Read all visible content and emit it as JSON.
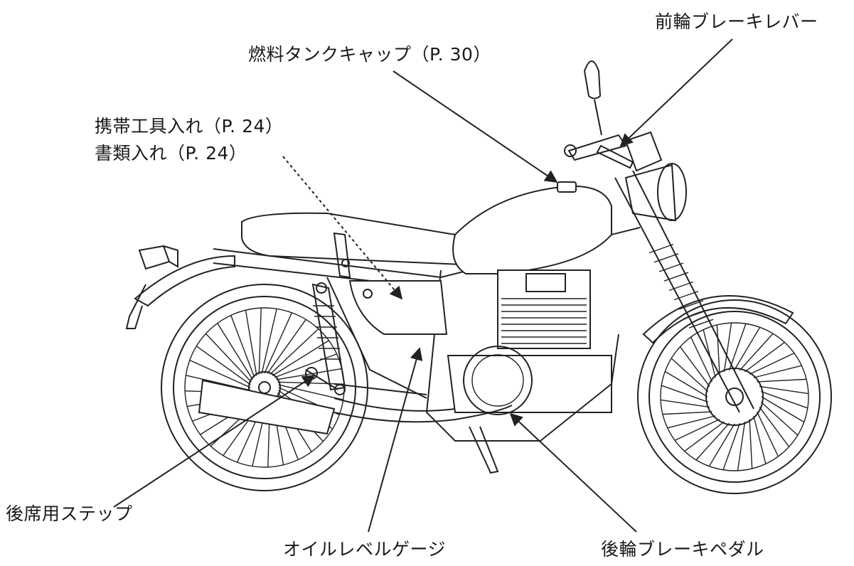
{
  "labels": {
    "front_brake_lever": "前輪ブレーキレバー",
    "fuel_tank_cap": "燃料タンクキャップ（P. 30）",
    "tool_storage": "携帯工具入れ（P. 24）",
    "document_storage": "書類入れ（P. 24）",
    "rear_footpeg": "後席用ステップ",
    "oil_level_gauge": "オイルレベルゲージ",
    "rear_brake_pedal": "後輪ブレーキペダル"
  }
}
